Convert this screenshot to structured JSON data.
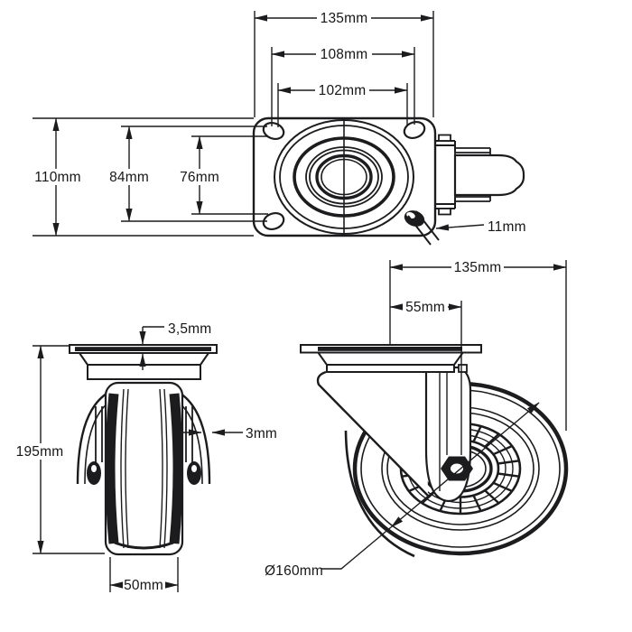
{
  "document_type": "technical-drawing",
  "subject": "swivel castor wheel, three orthographic views",
  "units": "mm",
  "background": "#ffffff",
  "line_color": "#1c1c1e",
  "views": {
    "top": {
      "label": "top-plate-view",
      "dims": {
        "plate_width": "135mm",
        "bolt_spacing_width": "108mm",
        "slot_spacing_width": "102mm",
        "plate_depth": "110mm",
        "bolt_spacing_depth": "84mm",
        "slot_spacing_depth": "76mm",
        "slot_width": "11mm"
      }
    },
    "front": {
      "label": "front-view",
      "dims": {
        "plate_thickness": "3,5mm",
        "fork_thickness": "3mm",
        "overall_height": "195mm",
        "wheel_width": "50mm"
      }
    },
    "side": {
      "label": "side-view",
      "dims": {
        "overall_length": "135mm",
        "swivel_offset": "55mm",
        "wheel_diameter": "Ø160mm"
      }
    }
  }
}
